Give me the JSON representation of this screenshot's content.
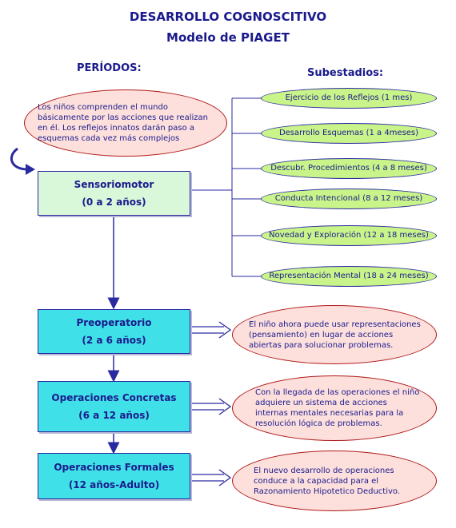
{
  "title": "DESARROLLO COGNOSCITIVO",
  "subtitle": "Modelo de PIAGET",
  "periods_heading": "PERÍODOS:",
  "substages_heading": "Subestadios:",
  "stages": [
    {
      "name": "Sensoriomotor",
      "ages": "(0 a 2 años)",
      "description": "Los niños comprenden el mundo básicamente por las acciones que realizan en él. Los reflejos innatos darán paso a esquemas cada vez más complejos"
    },
    {
      "name": "Preoperatorio",
      "ages": "(2 a 6 años)",
      "description": "El niño ahora puede usar representaciones (pensamiento) en lugar de acciones abiertas para solucionar problemas."
    },
    {
      "name": "Operaciones Concretas",
      "ages": "(6 a 12 años)",
      "description": "Con la llegada de las operaciones el niño adquiere un sistema de acciones internas mentales necesarias para la resolución lógica de problemas."
    },
    {
      "name": "Operaciones Formales",
      "ages": "(12 años-Adulto)",
      "description": "El nuevo desarrollo de operaciones conduce a la capacidad para el Razonamiento Hipotetico Deductivo."
    }
  ],
  "substages": [
    "Ejercicio de los Reflejos (1 mes)",
    "Desarrollo Esquemas (1 a 4meses)",
    "Descubr. Procedimientos (4 a 8 meses)",
    "Conducta Intencional (8 a 12 meses)",
    "Novedad y Exploración (12 a 18 meses)",
    "Representación Mental (18 a 24 meses)"
  ],
  "colors": {
    "text": "#1a1a8c",
    "stage_first_fill": "#d9f7d9",
    "stage_fill": "#40e0e8",
    "note_fill": "#fde0dc",
    "note_border": "#b01818",
    "substage_fill": "#c9f48a",
    "line": "#2a2aa0"
  }
}
